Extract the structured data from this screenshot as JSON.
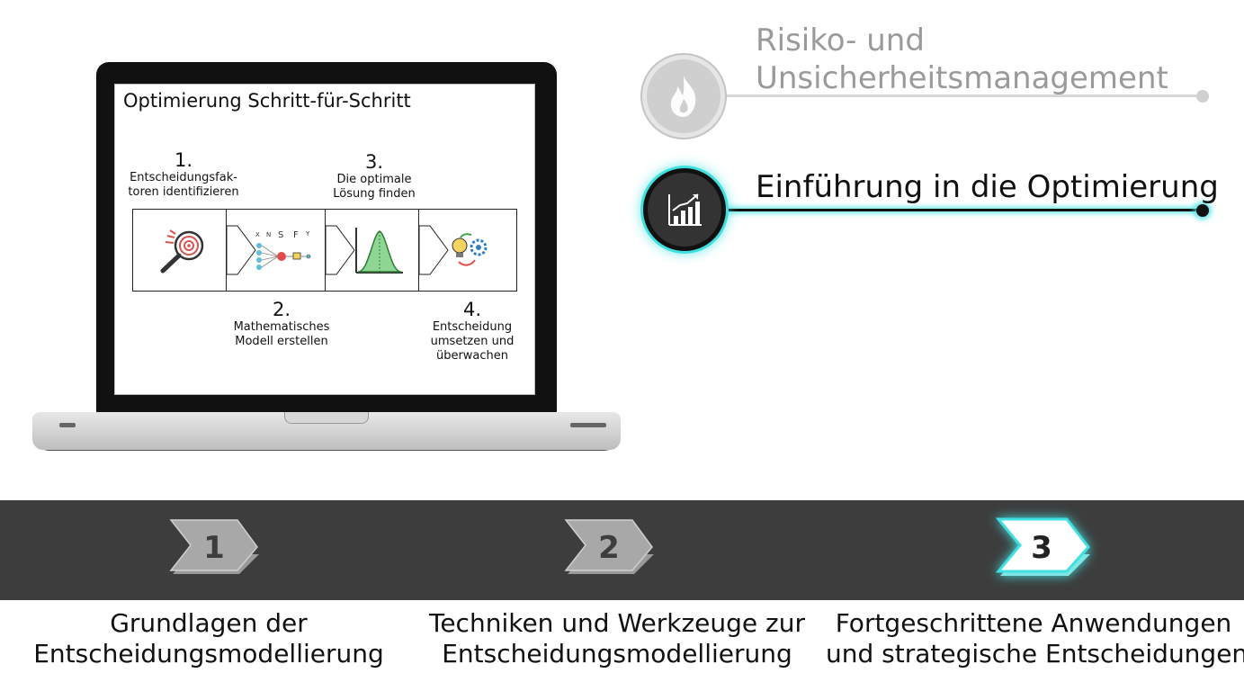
{
  "slide": {
    "title": "Optimierung Schritt-für-Schritt",
    "steps": [
      {
        "number": "1.",
        "line1": "Entscheidungsfak-",
        "line2": "toren identifizieren",
        "line3": "",
        "icon": "magnifier-target-icon"
      },
      {
        "number": "2.",
        "line1": "Mathematisches",
        "line2": "Modell erstellen",
        "line3": "",
        "icon": "model-network-icon"
      },
      {
        "number": "3.",
        "line1": "Die optimale",
        "line2": "Lösung finden",
        "line3": "",
        "icon": "bell-curve-icon"
      },
      {
        "number": "4.",
        "line1": "Entscheidung",
        "line2": "umsetzen und",
        "line3": "überwachen",
        "icon": "idea-gear-icon"
      }
    ],
    "model_letters": [
      "X",
      "N",
      "S",
      "F",
      "Y"
    ]
  },
  "topics": [
    {
      "line1": "Risiko- und",
      "line2": "Unsicherheitsmanagement",
      "icon": "flame-icon",
      "state": "inactive",
      "color": "#9a9a9a"
    },
    {
      "line1": "Einführung in die Optimierung",
      "icon": "bar-chart-growth-icon",
      "state": "active",
      "color": "#111111"
    }
  ],
  "chapters": [
    {
      "number": "1",
      "line1": "Grundlagen der",
      "line2": "Entscheidungsmodellierung",
      "active": false
    },
    {
      "number": "2",
      "line1": "Techniken und Werkzeuge zur",
      "line2": "Entscheidungsmodellierung",
      "active": false
    },
    {
      "number": "3",
      "line1": "Fortgeschrittene Anwendungen",
      "line2": "und strategische Entscheidungen",
      "active": true
    }
  ],
  "colors": {
    "accent": "#40e0e0",
    "band": "#3d3d3d",
    "inactive": "#b5b5b5"
  }
}
